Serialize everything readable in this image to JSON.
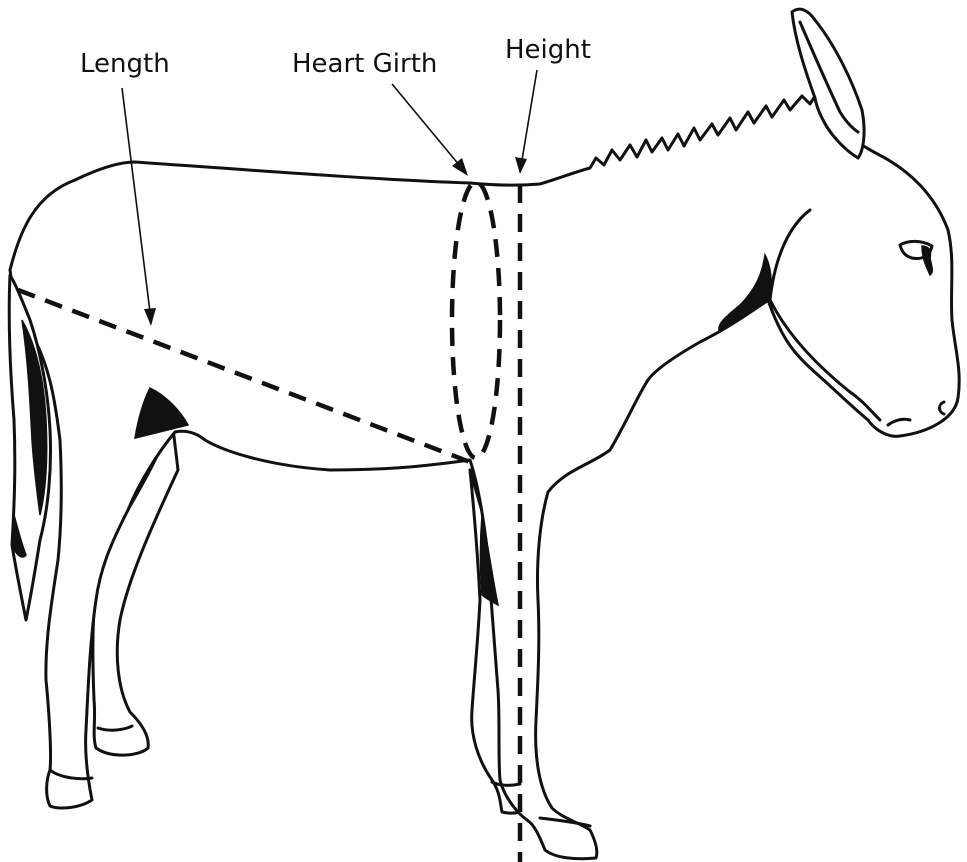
{
  "labels": {
    "length": "Length",
    "heart_girth": "Heart Girth",
    "height": "Height"
  },
  "colors": {
    "line": "#111111",
    "background": "#ffffff"
  }
}
